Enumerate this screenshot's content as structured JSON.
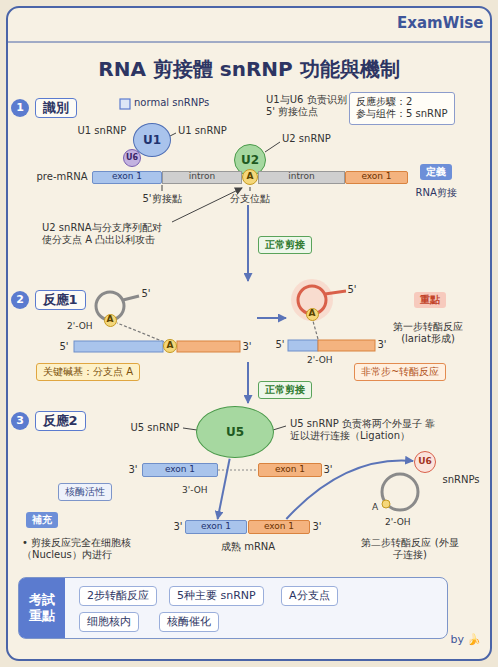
{
  "diagram": {
    "title": "RNA 剪接體 snRNP 功能與機制",
    "nodes": [
      {
        "text": [
          "1"
        ]
      },
      {
        "text": [
          "識別"
        ]
      },
      {
        "text": [
          "反應步驟：2",
          "参与组件：5 snRNP"
        ]
      },
      {
        "text": [
          "U1"
        ]
      },
      {
        "text": [
          "U6"
        ]
      },
      {
        "text": [
          "U2"
        ]
      },
      {
        "text": [
          "exon 1"
        ]
      },
      {
        "text": [
          "intron"
        ]
      },
      {
        "text": [
          "A"
        ]
      },
      {
        "text": [
          "intron"
        ]
      },
      {
        "text": [
          "exon 1"
        ]
      },
      {
        "text": [
          "定義"
        ]
      },
      {
        "text": [
          "正常剪接"
        ]
      },
      {
        "text": [
          "2"
        ]
      },
      {
        "text": [
          "反應1"
        ]
      },
      {
        "text": [
          "A"
        ]
      },
      {
        "text": [
          "A"
        ]
      },
      {
        "text": [
          "A"
        ]
      },
      {
        "text": [
          "重點"
        ]
      },
      {
        "text": [
          "关键碱基：分支点 A"
        ]
      },
      {
        "text": [
          "非常步~转酯反应"
        ]
      },
      {
        "text": [
          "正常剪接"
        ]
      },
      {
        "text": [
          "3"
        ]
      },
      {
        "text": [
          "反應2"
        ]
      },
      {
        "text": [
          "U5"
        ]
      },
      {
        "text": [
          "exon 1"
        ]
      },
      {
        "text": [
          "exon 1"
        ]
      },
      {
        "text": [
          "核酶活性"
        ]
      },
      {
        "text": [
          "U6"
        ]
      },
      {
        "text": [
          "exon 1"
        ]
      },
      {
        "text": [
          "exon 1"
        ]
      },
      {
        "text": [
          "補充"
        ]
      },
      {
        "text": [
          "考試 重點"
        ]
      },
      {
        "text": [
          "2步转酯反应"
        ],
        "in": 32
      },
      {
        "text": [
          "5种主要 snRNP"
        ],
        "in": 32
      },
      {
        "text": [
          "A分支点"
        ],
        "in": 32
      },
      {
        "text": [
          "细胞核内"
        ],
        "in": 32
      },
      {
        "text": [
          "核酶催化"
        ],
        "in": 32
      }
    ],
    "edges": [
      {
        "from": 24,
        "to": 29,
        "arrow": "to"
      },
      {
        "from": 30,
        "to": 28,
        "arrow": "to"
      }
    ],
    "labels": [
      "ExamWise",
      "U1与U6 负责识别 5' 剪接位点",
      "U1 snRNP",
      "U1 snRNP",
      "U2 snRNP",
      "pre-mRNA",
      "5'剪接點",
      "分支位點",
      "RNA剪接",
      "U2 snRNA与分支序列配对 使分支点 A 凸出以利攻击",
      "5'",
      "2'-OH",
      "5'",
      "3'",
      "5'",
      "5'",
      "3'",
      "2'-OH",
      "第一步转酯反应 (lariat形成)",
      "U5 snRNP",
      "U5 snRNP 负责将两个外显子 靠近以进行连接（Ligation）",
      "3'",
      "3'",
      "3'-OH",
      "A",
      "snRNPs",
      "2'-OH",
      "第二步转酯反应 (外显子连接)",
      "3'",
      "3'",
      "成熟 mRNA",
      "• 剪接反应完全在细胞核 （Nucleus）内进行",
      "by 🍌"
    ],
    "legend": [
      {
        "text": "normal snRNPs"
      }
    ]
  }
}
